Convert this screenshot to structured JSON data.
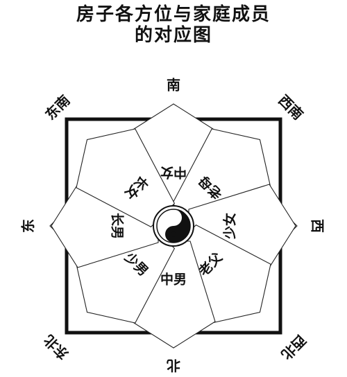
{
  "title": {
    "line1": "房子各方位与家庭成员",
    "line2": "的对应图"
  },
  "directions": {
    "south": "南",
    "southwest": "西南",
    "west": "西",
    "northwest": "西北",
    "north": "北",
    "northeast": "东北",
    "east": "东",
    "southeast": "东南"
  },
  "members": {
    "south": "中女",
    "southwest": "老母",
    "west": "少女",
    "northwest": "老父",
    "north": "中男",
    "northeast": "少男",
    "east": "长男",
    "southeast": "长女"
  },
  "colors": {
    "line": "#111111",
    "background": "#ffffff"
  },
  "center_symbol": "yin-yang"
}
